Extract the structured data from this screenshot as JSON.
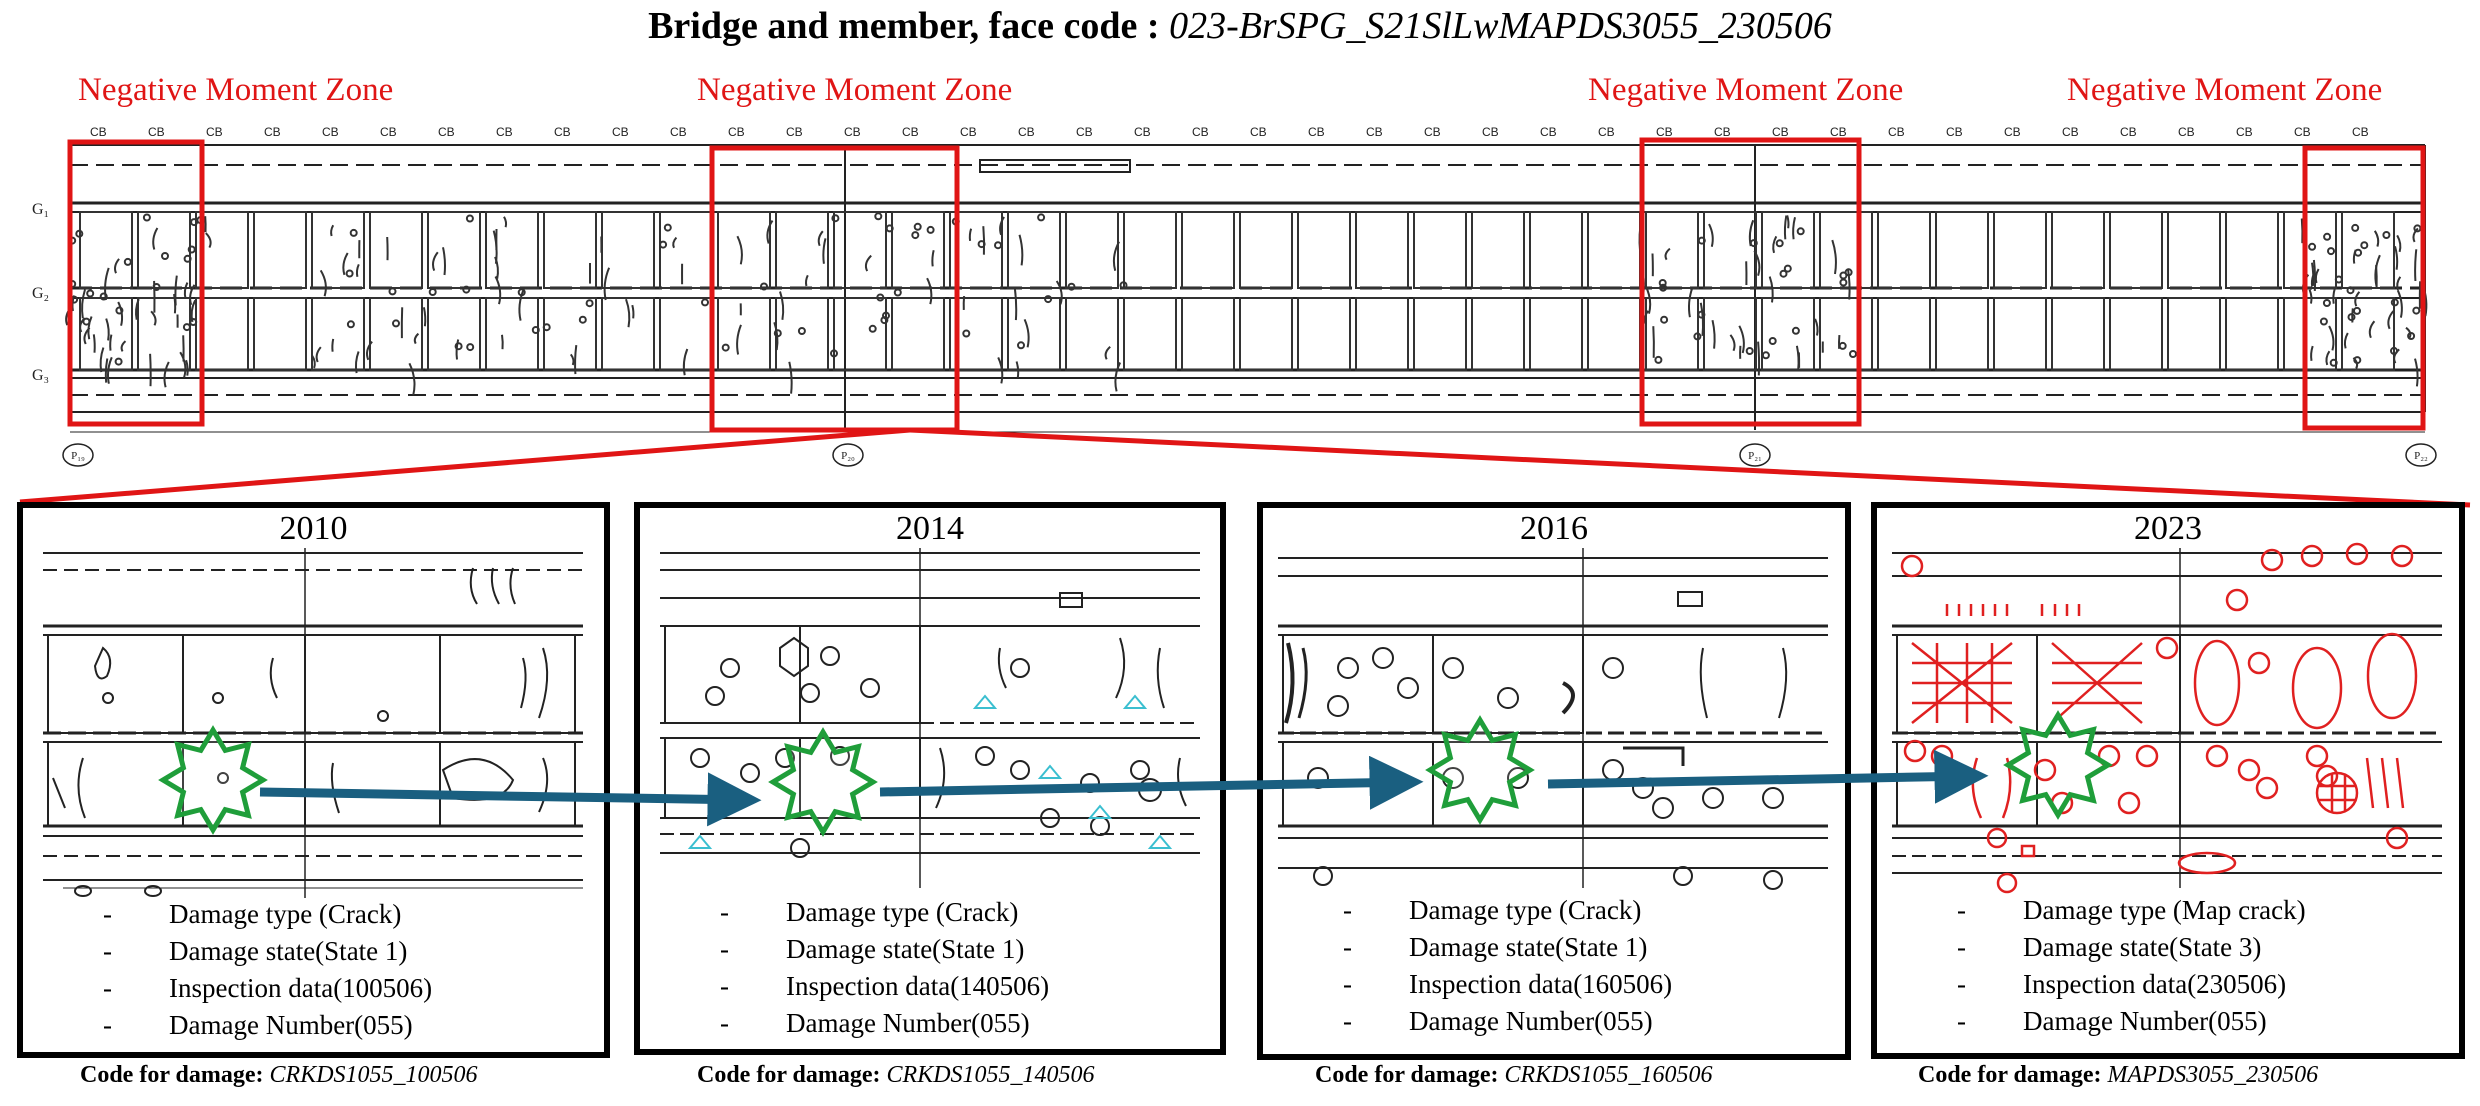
{
  "header": {
    "label": "Bridge and member, face code :",
    "code": "023-BrSPG_S21SlLwMAPDS3055_230506"
  },
  "zones": {
    "z1": "Negative Moment Zone",
    "z2": "Negative Moment Zone",
    "z3": "Negative Moment Zone",
    "z4": "Negative Moment Zone"
  },
  "plan": {
    "girders": [
      "G₁",
      "G₂",
      "G₃"
    ],
    "piers": [
      "P₁₉",
      "P₂₀",
      "P₂₁",
      "P₂₂"
    ]
  },
  "panels": [
    {
      "year": "2010",
      "items": [
        "Damage type (Crack)",
        "Damage state(State 1)",
        "Inspection data(100506)",
        "Damage Number(055)"
      ],
      "code_label": "Code for damage:",
      "code": "CRKDS1055_100506"
    },
    {
      "year": "2014",
      "items": [
        "Damage type (Crack)",
        "Damage state(State 1)",
        "Inspection data(140506)",
        "Damage Number(055)"
      ],
      "code_label": "Code for damage:",
      "code": "CRKDS1055_140506"
    },
    {
      "year": "2016",
      "items": [
        "Damage type (Crack)",
        "Damage state(State 1)",
        "Inspection data(160506)",
        "Damage Number(055)"
      ],
      "code_label": "Code for damage:",
      "code": "CRKDS1055_160506"
    },
    {
      "year": "2023",
      "items": [
        "Damage type (Map crack)",
        "Damage state(State 3)",
        "Inspection data(230506)",
        "Damage Number(055)"
      ],
      "code_label": "Code for damage:",
      "code": "MAPDS3055_230506"
    }
  ],
  "colors": {
    "zone": "#e01515",
    "track_arrow": "#1a5f80",
    "star": "#1f9e3a",
    "sketch": "#222222",
    "red_sketch": "#e02020"
  }
}
